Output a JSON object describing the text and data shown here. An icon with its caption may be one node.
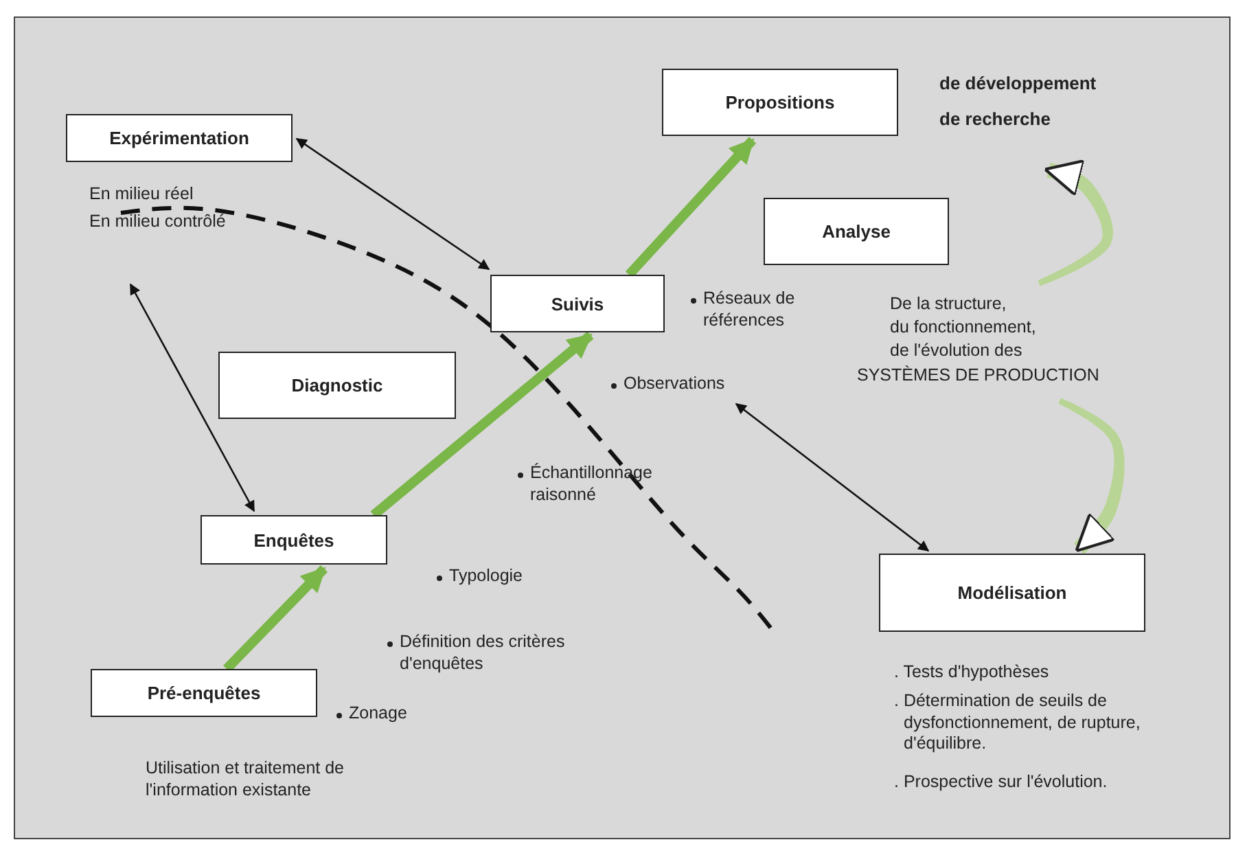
{
  "diagram": {
    "nodes": [
      {
        "text": [
          "Propositions"
        ],
        "beside": [
          "de  développement",
          "de recherche"
        ]
      },
      {
        "text": [
          "Expérimentation"
        ],
        "beside": [
          "En milieu réel",
          "En milieu contrôlé"
        ]
      },
      {
        "text": [
          "Analyse"
        ],
        "beside": [
          "De la structure,",
          "du fonctionnement,",
          "de l'évolution des",
          "SYSTÈMES DE PRODUCTION"
        ]
      },
      {
        "text": [
          "Suivis"
        ]
      },
      {
        "text": [
          "Diagnostic"
        ]
      },
      {
        "text": [
          "Enquêtes"
        ]
      },
      {
        "text": [
          "Modélisation"
        ],
        "beside": [
          ". Tests d'hypothèses",
          ". Détermination de seuils de dysfonctionnement, de rupture, d'équilibre.",
          ". Prospective sur l'évolution."
        ]
      },
      {
        "text": [
          "Pré-enquêtes"
        ],
        "beside": [
          "Utilisation et traitement de l'information existante"
        ]
      },
      {
        "text": [
          "Observations"
        ]
      }
    ],
    "edges": [
      {
        "from": 1,
        "to": 3,
        "arrow": "both"
      },
      {
        "from": 1,
        "to": 5,
        "arrow": "both"
      },
      {
        "from": 7,
        "to": 5,
        "arrow": "to",
        "style": "thick",
        "color": "#7ab648"
      },
      {
        "from": 5,
        "to": 3,
        "arrow": "to",
        "style": "thick",
        "color": "#7ab648"
      },
      {
        "from": 3,
        "to": 0,
        "arrow": "to",
        "style": "thick",
        "color": "#7ab648"
      },
      {
        "from": 8,
        "to": 6,
        "arrow": "both"
      },
      {
        "from": 2,
        "to": 0,
        "arrow": "to",
        "color": "#b9d596"
      },
      {
        "from": 2,
        "to": 6,
        "arrow": "to",
        "color": "#b9d596"
      }
    ],
    "labels": [
      "Réseaux de références",
      "Échantillonnage raisonné",
      "Typologie",
      "Définition des critères d'enquêtes",
      "Zonage"
    ]
  }
}
